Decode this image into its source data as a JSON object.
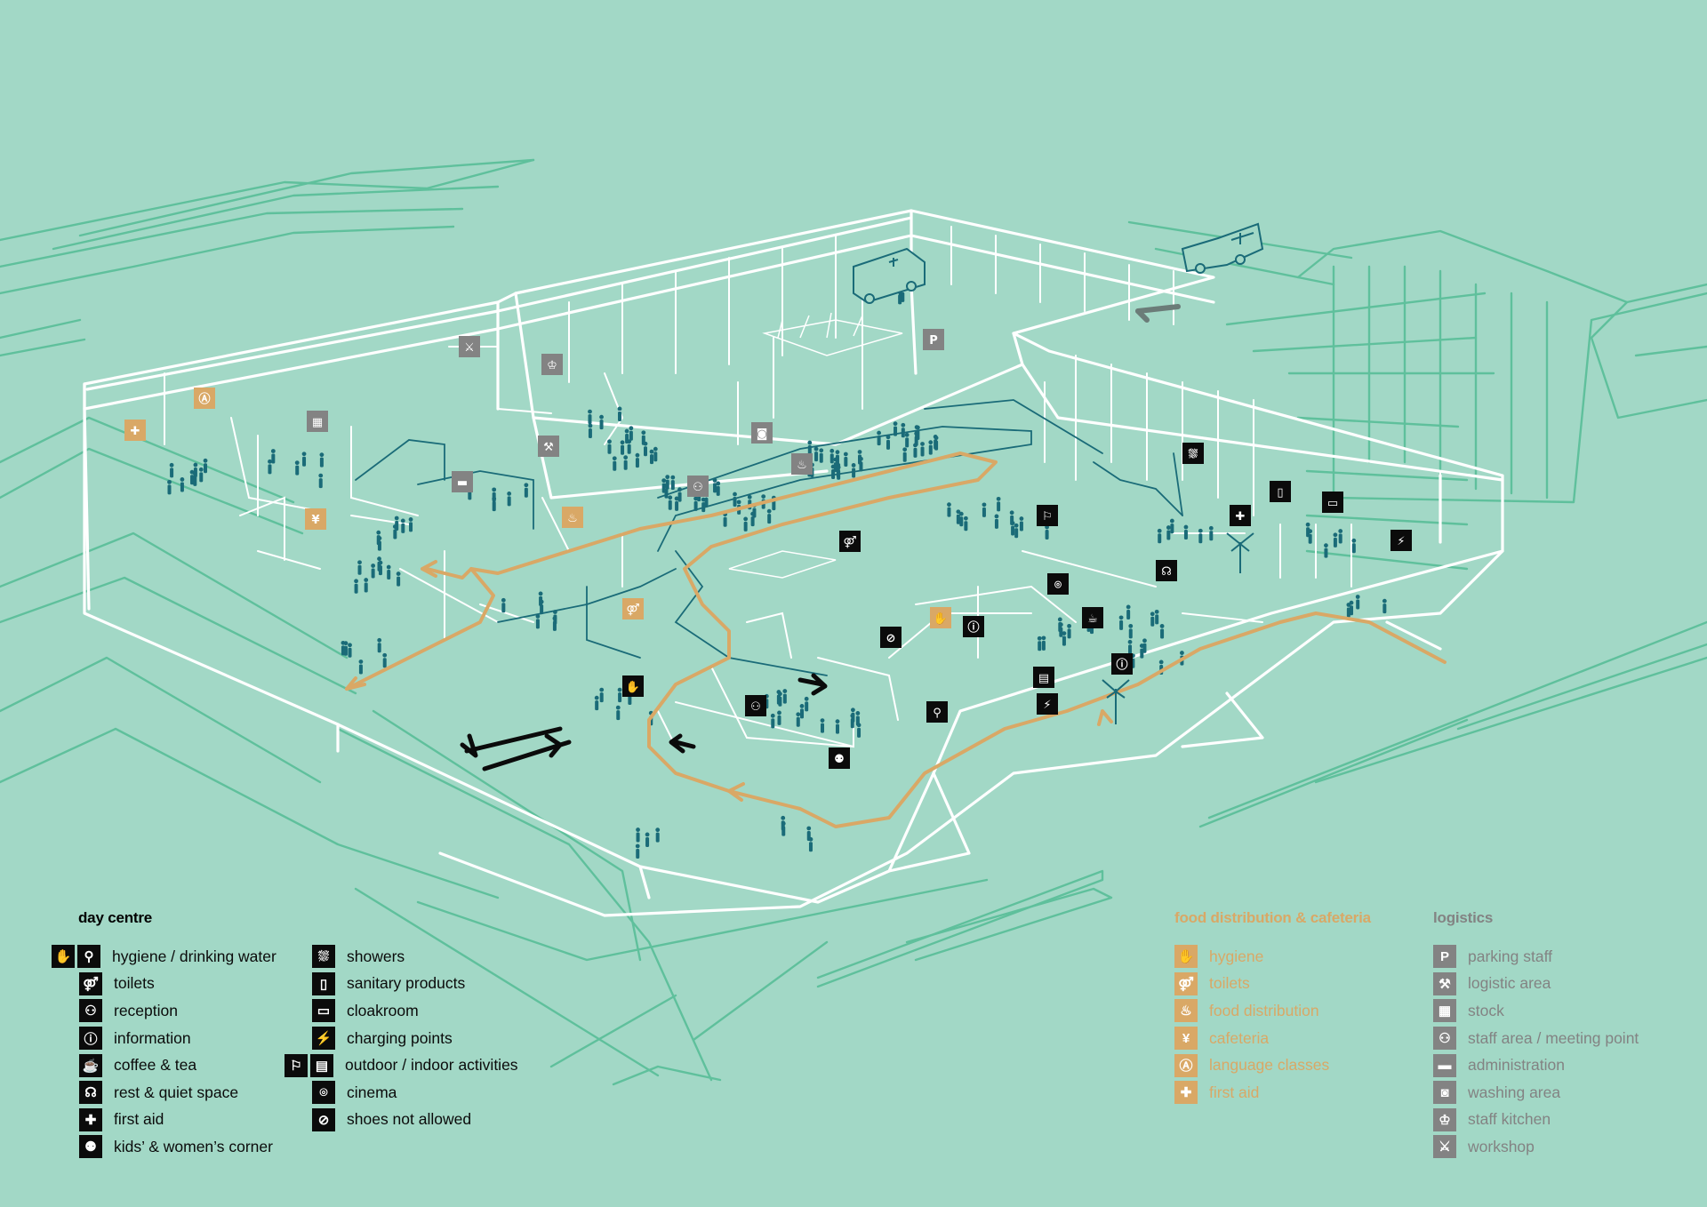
{
  "colors": {
    "background": "#a2d8c6",
    "sketch": "#5fc09c",
    "walls": "#ffffff",
    "day_centre": "#0b0b0b",
    "food": "#d9a866",
    "logistics": "#838383",
    "route": "#d9a866",
    "people": "#1a6b78"
  },
  "legend_day_centre": {
    "title": "day centre",
    "col1": [
      {
        "label": "hygiene / drinking water",
        "icons": [
          "hand-wash-icon",
          "water-tap-icon"
        ]
      },
      {
        "label": "toilets",
        "icons": [
          "toilets-icon"
        ]
      },
      {
        "label": "reception",
        "icons": [
          "reception-icon"
        ]
      },
      {
        "label": "information",
        "icons": [
          "info-icon"
        ]
      },
      {
        "label": "coffee & tea",
        "icons": [
          "coffee-cup-icon"
        ]
      },
      {
        "label": "rest & quiet space",
        "icons": [
          "rest-icon"
        ]
      },
      {
        "label": "first aid",
        "icons": [
          "first-aid-icon"
        ]
      },
      {
        "label": "kids’ & women’s corner",
        "icons": [
          "kids-women-icon"
        ]
      }
    ],
    "col2": [
      {
        "label": "showers",
        "icons": [
          "shower-icon"
        ]
      },
      {
        "label": "sanitary products",
        "icons": [
          "sanitary-products-icon"
        ]
      },
      {
        "label": "cloakroom",
        "icons": [
          "cloakroom-icon"
        ]
      },
      {
        "label": "charging points",
        "icons": [
          "plug-icon"
        ]
      },
      {
        "label": "outdoor / indoor activities",
        "icons": [
          "running-icon",
          "cards-icon"
        ]
      },
      {
        "label": "cinema",
        "icons": [
          "camera-icon"
        ]
      },
      {
        "label": "shoes not allowed",
        "icons": [
          "no-shoes-icon"
        ]
      }
    ]
  },
  "legend_food": {
    "title": "food distribution & cafeteria",
    "items": [
      {
        "label": "hygiene",
        "icon": "hand-wash-icon"
      },
      {
        "label": "toilets",
        "icon": "toilets-icon"
      },
      {
        "label": "food distribution",
        "icon": "food-distribution-icon"
      },
      {
        "label": "cafeteria",
        "icon": "cutlery-icon"
      },
      {
        "label": "language classes",
        "icon": "language-icon"
      },
      {
        "label": "first aid",
        "icon": "first-aid-icon"
      }
    ]
  },
  "legend_logistics": {
    "title": "logistics",
    "items": [
      {
        "label": "parking staff",
        "icon": "parking-icon"
      },
      {
        "label": "logistic area",
        "icon": "forklift-icon"
      },
      {
        "label": "stock",
        "icon": "stock-boxes-icon"
      },
      {
        "label": "staff area / meeting point",
        "icon": "meeting-icon"
      },
      {
        "label": "administration",
        "icon": "desk-icon"
      },
      {
        "label": "washing area",
        "icon": "washing-machine-icon"
      },
      {
        "label": "staff kitchen",
        "icon": "chef-hat-icon"
      },
      {
        "label": "workshop",
        "icon": "tools-icon"
      }
    ]
  },
  "glyphs": {
    "hand-wash-icon": "✋",
    "water-tap-icon": "⚲",
    "toilets-icon": "⚤",
    "reception-icon": "⚇",
    "info-icon": "ⓘ",
    "coffee-cup-icon": "☕",
    "rest-icon": "☊",
    "first-aid-icon": "✚",
    "kids-women-icon": "⚉",
    "shower-icon": "⛆",
    "sanitary-products-icon": "▯",
    "cloakroom-icon": "▭",
    "plug-icon": "⚡",
    "running-icon": "⚐",
    "cards-icon": "▤",
    "camera-icon": "⌾",
    "no-shoes-icon": "⊘",
    "food-distribution-icon": "♨",
    "cutlery-icon": "¥",
    "language-icon": "Ⓐ",
    "parking-icon": "P",
    "forklift-icon": "⚒",
    "stock-boxes-icon": "▦",
    "meeting-icon": "⚇",
    "desk-icon": "▬",
    "washing-machine-icon": "◙",
    "chef-hat-icon": "♔",
    "tools-icon": "⚔"
  },
  "map_markers": [
    {
      "name": "first-aid-marker",
      "icon": "first-aid-icon",
      "kind": "food"
    },
    {
      "name": "language-classes-marker",
      "icon": "language-icon",
      "kind": "food"
    },
    {
      "name": "workshop-marker",
      "icon": "tools-icon",
      "kind": "logistics"
    },
    {
      "name": "staff-kitchen-marker",
      "icon": "chef-hat-icon",
      "kind": "logistics"
    },
    {
      "name": "stock-marker",
      "icon": "stock-boxes-icon",
      "kind": "logistics"
    },
    {
      "name": "logistic-area-marker",
      "icon": "forklift-icon",
      "kind": "logistics"
    },
    {
      "name": "washing-area-marker",
      "icon": "washing-machine-icon",
      "kind": "logistics"
    },
    {
      "name": "administration-marker",
      "icon": "desk-icon",
      "kind": "logistics"
    },
    {
      "name": "staff-area-marker",
      "icon": "meeting-icon",
      "kind": "logistics"
    },
    {
      "name": "food-distribution-marker",
      "icon": "food-distribution-icon",
      "kind": "logistics"
    },
    {
      "name": "parking-marker",
      "icon": "parking-icon",
      "kind": "logistics"
    },
    {
      "name": "cafeteria-marker",
      "icon": "cutlery-icon",
      "kind": "food"
    },
    {
      "name": "food-distribution-gold-marker",
      "icon": "food-distribution-icon",
      "kind": "food"
    },
    {
      "name": "toilets-food-marker",
      "icon": "toilets-icon",
      "kind": "food"
    },
    {
      "name": "hygiene-food-marker",
      "icon": "hand-wash-icon",
      "kind": "food"
    },
    {
      "name": "showers-marker",
      "icon": "shower-icon",
      "kind": "day"
    },
    {
      "name": "toilets-marker",
      "icon": "toilets-icon",
      "kind": "day"
    },
    {
      "name": "sanitary-marker",
      "icon": "sanitary-products-icon",
      "kind": "day"
    },
    {
      "name": "cloakroom-marker",
      "icon": "cloakroom-icon",
      "kind": "day"
    },
    {
      "name": "first-aid-day-marker",
      "icon": "first-aid-icon",
      "kind": "day"
    },
    {
      "name": "charging-marker",
      "icon": "plug-icon",
      "kind": "day"
    },
    {
      "name": "activities-marker",
      "icon": "running-icon",
      "kind": "day"
    },
    {
      "name": "cinema-marker",
      "icon": "camera-icon",
      "kind": "day"
    },
    {
      "name": "rest-marker",
      "icon": "rest-icon",
      "kind": "day"
    },
    {
      "name": "no-shoes-marker",
      "icon": "no-shoes-icon",
      "kind": "day"
    },
    {
      "name": "info-marker-1",
      "icon": "info-icon",
      "kind": "day"
    },
    {
      "name": "water-marker",
      "icon": "water-tap-icon",
      "kind": "day"
    },
    {
      "name": "coffee-marker",
      "icon": "coffee-cup-icon",
      "kind": "day"
    },
    {
      "name": "cards-marker",
      "icon": "cards-icon",
      "kind": "day"
    },
    {
      "name": "charging-marker-2",
      "icon": "plug-icon",
      "kind": "day"
    },
    {
      "name": "info-marker-2",
      "icon": "info-icon",
      "kind": "day"
    },
    {
      "name": "hygiene-marker",
      "icon": "hand-wash-icon",
      "kind": "day"
    },
    {
      "name": "reception-marker",
      "icon": "reception-icon",
      "kind": "day"
    },
    {
      "name": "kids-women-marker",
      "icon": "kids-women-icon",
      "kind": "day"
    }
  ]
}
